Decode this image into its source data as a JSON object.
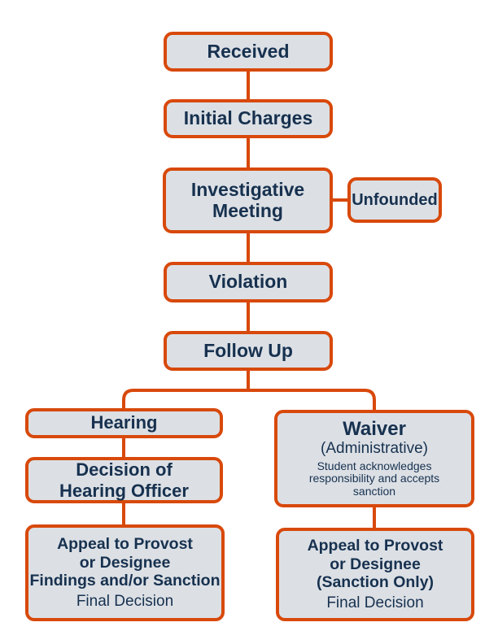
{
  "palette": {
    "line_orange": "#D8490B",
    "box_fill": "#DCE0E5",
    "text_navy": "#17314F",
    "page_background": "#FFFFFF"
  },
  "flowchart": {
    "nodes": {
      "received": {
        "label": "Received"
      },
      "initial_charges": {
        "label": "Initial Charges"
      },
      "investigative_meeting": {
        "lines": [
          "Investigative",
          "Meeting"
        ]
      },
      "unfounded": {
        "label": "Unfounded"
      },
      "violation": {
        "label": "Violation"
      },
      "follow_up": {
        "label": "Follow Up"
      },
      "hearing": {
        "label": "Hearing"
      },
      "decision_of_hearing_officer": {
        "lines": [
          "Decision of",
          "Hearing Officer"
        ]
      },
      "waiver": {
        "title": "Waiver",
        "subtitle": "(Administrative)",
        "description": "Student acknowledges responsibility and accepts sanction"
      },
      "appeal_hearing_path": {
        "lines": [
          "Appeal to Provost",
          "or Designee",
          "Findings and/or Sanction"
        ],
        "footer": "Final Decision"
      },
      "appeal_waiver_path": {
        "lines": [
          "Appeal to Provost",
          "or Designee",
          "(Sanction Only)"
        ],
        "footer": "Final Decision"
      }
    }
  }
}
